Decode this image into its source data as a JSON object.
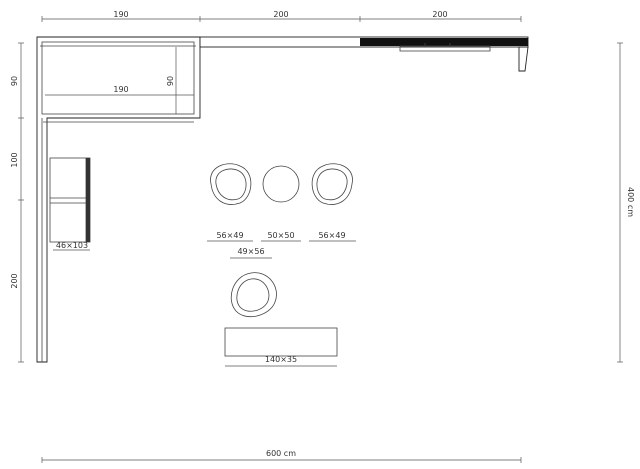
{
  "dimensions": {
    "top_segment_1": "190",
    "top_segment_2": "200",
    "top_segment_3": "200",
    "left_upper": "90",
    "left_middle": "100",
    "left_lower": "200",
    "inner_width": "190",
    "inner_depth": "90",
    "right_total": "400 cm",
    "bottom_total": "600 cm"
  },
  "furniture_labels": {
    "shelf": "46×103",
    "chair_left": "56×49",
    "stool_center": "50×50",
    "chair_right": "56×49",
    "chair_front": "49×56",
    "bench": "140×35"
  },
  "colors": {
    "line": "#444444",
    "wall_fill": "#ffffff",
    "dark_fill": "#111111",
    "text": "#333333"
  }
}
